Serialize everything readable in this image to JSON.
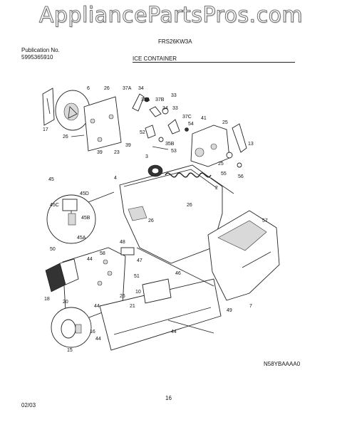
{
  "watermark": "AppliancePartsPros.com",
  "header": {
    "model": "FRS26KW3A",
    "publication_label": "Publication No.",
    "publication_number": "5995365910",
    "section_title": "ICE CONTAINER"
  },
  "footer": {
    "page_number": "16",
    "date": "02/03",
    "reference_code": "N58YBAAAA0"
  },
  "callouts": {
    "c6": "6",
    "c26": "26",
    "c37a": "37A",
    "c34": "34",
    "c35a": "35A",
    "c37b": "37B",
    "c33": "33",
    "c34b": "34",
    "c33b": "33",
    "c37c": "37C",
    "c41": "41",
    "c25": "25",
    "c17": "17",
    "c26b": "26",
    "c39": "39",
    "c23": "23",
    "c39b": "39",
    "c52": "52",
    "c54": "54",
    "c35b": "35B",
    "c53": "53",
    "c13": "13",
    "c3": "3",
    "c25b": "25",
    "c55": "55",
    "c56": "56",
    "c4": "4",
    "c2": "2",
    "c45": "45",
    "c45d": "45D",
    "c45c": "45C",
    "c45b": "45B",
    "c45a": "45A",
    "c50": "50",
    "c26c": "26",
    "c26d": "26",
    "c57": "57",
    "c58": "58",
    "c48": "48",
    "c47": "47",
    "c44": "44",
    "c51": "51",
    "c46": "46",
    "c18": "18",
    "c20": "20",
    "c26e": "26",
    "c10": "10",
    "c44b": "44",
    "c21": "21",
    "c49": "49",
    "c44c": "44",
    "c7": "7",
    "c16": "16",
    "c15": "15",
    "c44d": "44"
  }
}
